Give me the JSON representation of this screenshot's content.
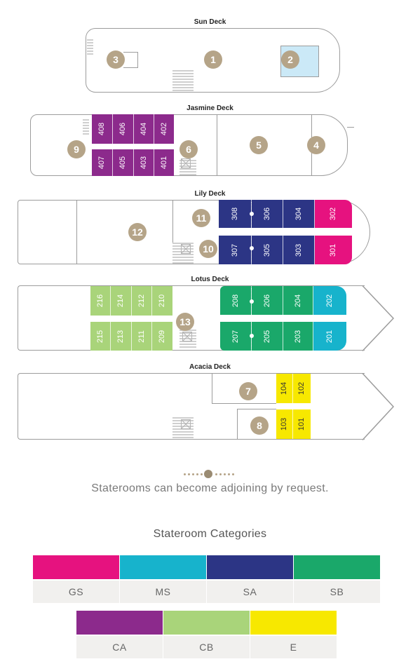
{
  "colors": {
    "GS": "#e6127f",
    "MS": "#17b3cc",
    "SA": "#2c3585",
    "SB": "#1aa86a",
    "CA": "#8c2a8c",
    "CB": "#a9d47a",
    "E": "#f7e800",
    "marker": "#b5a488"
  },
  "decks": {
    "sun": {
      "title": "Sun Deck"
    },
    "jasmine": {
      "title": "Jasmine Deck"
    },
    "lily": {
      "title": "Lily Deck"
    },
    "lotus": {
      "title": "Lotus Deck"
    },
    "acacia": {
      "title": "Acacia Deck"
    }
  },
  "markers": [
    "1",
    "2",
    "3",
    "4",
    "5",
    "6",
    "7",
    "8",
    "9",
    "10",
    "11",
    "12",
    "13"
  ],
  "cabins": {
    "r408": "408",
    "r406": "406",
    "r404": "404",
    "r402": "402",
    "r407": "407",
    "r405": "405",
    "r403": "403",
    "r401": "401",
    "r308": "308",
    "r306": "306",
    "r304": "304",
    "r302": "302",
    "r307": "307",
    "r305": "305",
    "r303": "303",
    "r301": "301",
    "r216": "216",
    "r214": "214",
    "r212": "212",
    "r210": "210",
    "r208": "208",
    "r206": "206",
    "r204": "204",
    "r202": "202",
    "r215": "215",
    "r213": "213",
    "r211": "211",
    "r209": "209",
    "r207": "207",
    "r205": "205",
    "r203": "203",
    "r201": "201",
    "r104": "104",
    "r102": "102",
    "r103": "103",
    "r101": "101"
  },
  "note": "Staterooms can become adjoining by request.",
  "legend": {
    "title": "Stateroom Categories",
    "row1": [
      "GS",
      "MS",
      "SA",
      "SB"
    ],
    "row2": [
      "CA",
      "CB",
      "E"
    ]
  }
}
